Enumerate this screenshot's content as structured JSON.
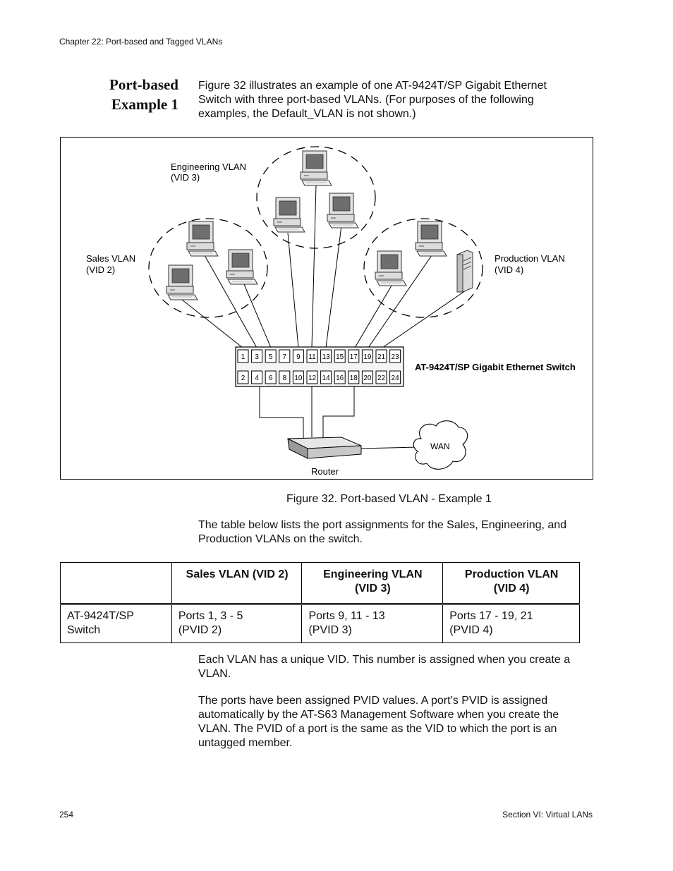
{
  "header": {
    "chapter": "Chapter 22: Port-based and Tagged VLANs"
  },
  "section": {
    "heading_line1": "Port-based",
    "heading_line2": "Example 1",
    "intro_lines": [
      "Figure 32 illustrates an example of one AT-9424T/SP Gigabit Ethernet",
      "Switch with three port-based VLANs. (For purposes of the following",
      "examples, the Default_VLAN is not shown.)"
    ]
  },
  "figure": {
    "labels": {
      "engineering_l1": "Engineering VLAN",
      "engineering_l2": "(VID 3)",
      "sales_l1": "Sales VLAN",
      "sales_l2": "(VID 2)",
      "production_l1": "Production VLAN",
      "production_l2": "(VID 4)",
      "switch": "AT-9424T/SP Gigabit Ethernet Switch",
      "router": "Router",
      "wan": "WAN"
    },
    "ports_top": [
      "1",
      "3",
      "5",
      "7",
      "9",
      "11",
      "13",
      "15",
      "17",
      "19",
      "21",
      "23"
    ],
    "ports_bottom": [
      "2",
      "4",
      "6",
      "8",
      "10",
      "12",
      "14",
      "16",
      "18",
      "20",
      "22",
      "24"
    ],
    "caption": "Figure 32. Port-based VLAN - Example 1"
  },
  "table_intro_lines": [
    "The table below lists the port assignments for the Sales, Engineering, and",
    "Production VLANs on the switch."
  ],
  "table": {
    "headers": [
      "",
      "Sales VLAN (VID 2)",
      "Engineering VLAN|(VID 3)",
      "Production VLAN|(VID 4)"
    ],
    "row": {
      "device_l1": "AT-9424T/SP",
      "device_l2": "Switch",
      "sales_l1": "Ports 1, 3 - 5",
      "sales_l2": "(PVID 2)",
      "eng_l1": "Ports 9, 11 - 13",
      "eng_l2": "(PVID 3)",
      "prod_l1": "Ports 17 - 19, 21",
      "prod_l2": "(PVID 4)"
    }
  },
  "para1_lines": [
    "Each VLAN has a unique VID. This number is assigned when you create a",
    "VLAN."
  ],
  "para2_lines": [
    "The ports have been assigned PVID values. A port’s PVID is assigned",
    "automatically by the AT-S63 Management Software when you create the",
    "VLAN. The PVID of a port is the same as the VID to which the port is an",
    "untagged member."
  ],
  "footer": {
    "page_number": "254",
    "section": "Section VI: Virtual LANs"
  }
}
